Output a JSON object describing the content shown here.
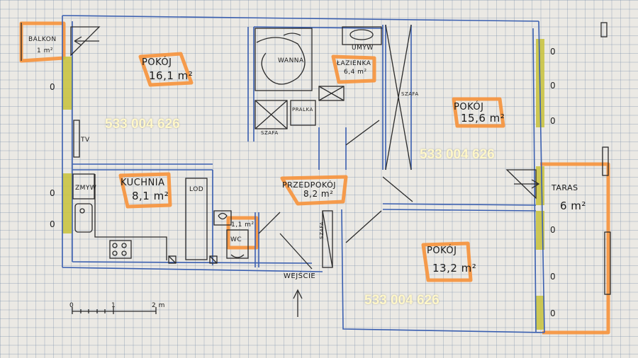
{
  "rooms": {
    "balkon": {
      "name": "BALKON",
      "area": "1 m²"
    },
    "pokoj1": {
      "name": "POKÓJ",
      "area": "16,1 m²"
    },
    "lazienka": {
      "name": "ŁAZIENKA",
      "area": "6,4 m²"
    },
    "wanna": "WANNA",
    "umyw_bath": "UMYW",
    "pralka": "PRALKA",
    "szafa_bath": "SZAFA",
    "szafa_tall": "SZAFA",
    "pokoj2": {
      "name": "POKÓJ",
      "area": "15,6 m²"
    },
    "kuchnia": {
      "name": "KUCHNIA",
      "area": "8,1 m²"
    },
    "zmyw": "ZMYW",
    "lod": "LOD",
    "wc": {
      "name": "WC",
      "area": "1,1 m²"
    },
    "przedpokoj": {
      "name": "PRZEDPOKÓJ",
      "area": "8,2 m²"
    },
    "szafa_hall": "SZAFA",
    "taras": {
      "name": "TARAS",
      "area": "6 m²"
    },
    "pokoj3": {
      "name": "POKÓJ",
      "area": "13,2 m²"
    },
    "tv": "TV",
    "wejscie": "WEJŚCIE"
  },
  "phones": [
    "533 004 626",
    "533  004 626",
    "533 004 626"
  ],
  "scale": {
    "zero": "0",
    "one": "1",
    "two": "2 m"
  },
  "window_mark": "0",
  "colors": {
    "wall": "#3a5fb0",
    "pencil": "#2a2a2a",
    "highlight": "#f7923a",
    "window": "#c8c23a",
    "phone": "#fff7c8"
  }
}
